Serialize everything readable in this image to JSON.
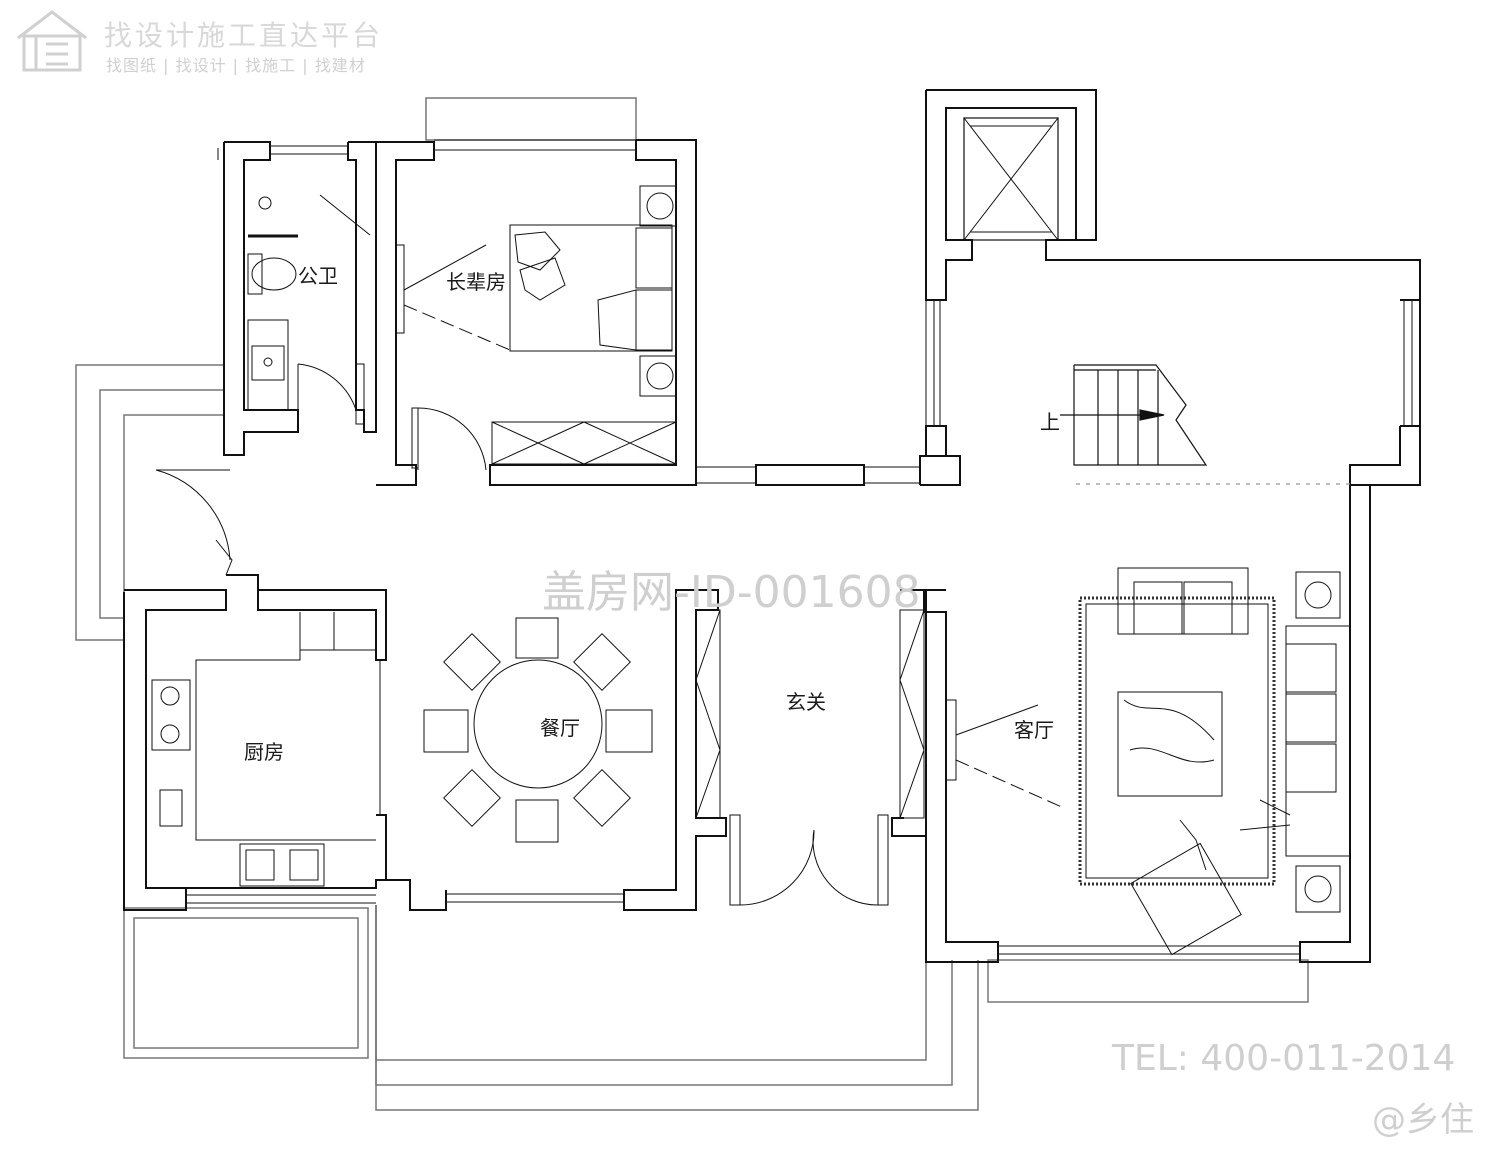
{
  "header": {
    "platform_title": "找设计施工直达平台",
    "platform_subtitle": "找图纸 | 找设计 | 找施工 | 找建材"
  },
  "watermark": {
    "plan_id": "盖房网-ID-001608",
    "phone": "TEL: 400-011-2014",
    "handle": "@乡住"
  },
  "rooms": {
    "public_bath": "公卫",
    "elder_bedroom": "长辈房",
    "kitchen": "厨房",
    "dining": "餐厅",
    "foyer": "玄关",
    "living": "客厅",
    "stair_up": "上"
  },
  "colors": {
    "wall_line": "#111111",
    "outline": "#777777",
    "watermark": "#cfcfcf"
  }
}
